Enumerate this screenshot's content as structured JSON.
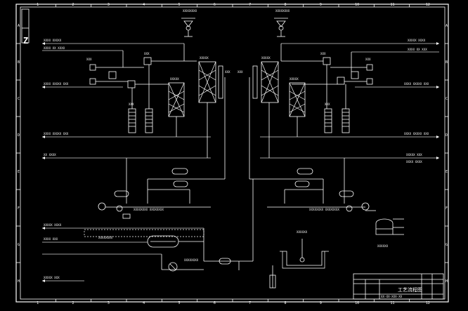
{
  "grid": {
    "columns": [
      "1",
      "2",
      "3",
      "4",
      "5",
      "6",
      "7",
      "8",
      "9",
      "10",
      "11",
      "12"
    ],
    "rows": [
      "A",
      "B",
      "C",
      "D",
      "E",
      "F",
      "G",
      "H"
    ]
  },
  "title_block": {
    "title": "工艺流程图",
    "drawing_no": "XX-XX-XXX-XX"
  },
  "sheet_mark": "Z",
  "equipment": {
    "top_left_fan": "XXXXXXXX",
    "top_right_fan": "XXXXXXXX",
    "left_tower_a": "XXXXX",
    "left_tower_b": "XXXXX",
    "right_tower_a": "XXXXX",
    "right_tower_b": "XXXXX",
    "left_pump_group": "XXXXXXXX XXXXXXXX",
    "right_pump_group": "XXXXXXXX XXXXXXXX",
    "left_heat_exchanger": "XXXXXXXX",
    "bottom_pump": "XXXXXXXX",
    "pit": "XXXXXX",
    "storage_tank": "XXXXXX"
  },
  "left_streams": [
    "XXXX XXXXX",
    "XXXX XX XXXX",
    "XXXX XXXXX XXX",
    "XXXX XXXXX XXX",
    "XX XXXX",
    "XXXXX XXXX",
    "XXXX XXX",
    "XXXXX XXX"
  ],
  "right_streams": [
    "XXXXX XXXX",
    "XXXX XX XXX",
    "XXXX XXXXX XXX",
    "XXXX XXXXX XXX",
    "XXXXX XXX",
    "XXXX XXXX"
  ],
  "tags": [
    "XXX",
    "XXX",
    "XXX",
    "XXX",
    "XXX",
    "XXX",
    "XXX",
    "XXX"
  ],
  "colors": {
    "background": "#000000",
    "lines": "#ffffff"
  }
}
